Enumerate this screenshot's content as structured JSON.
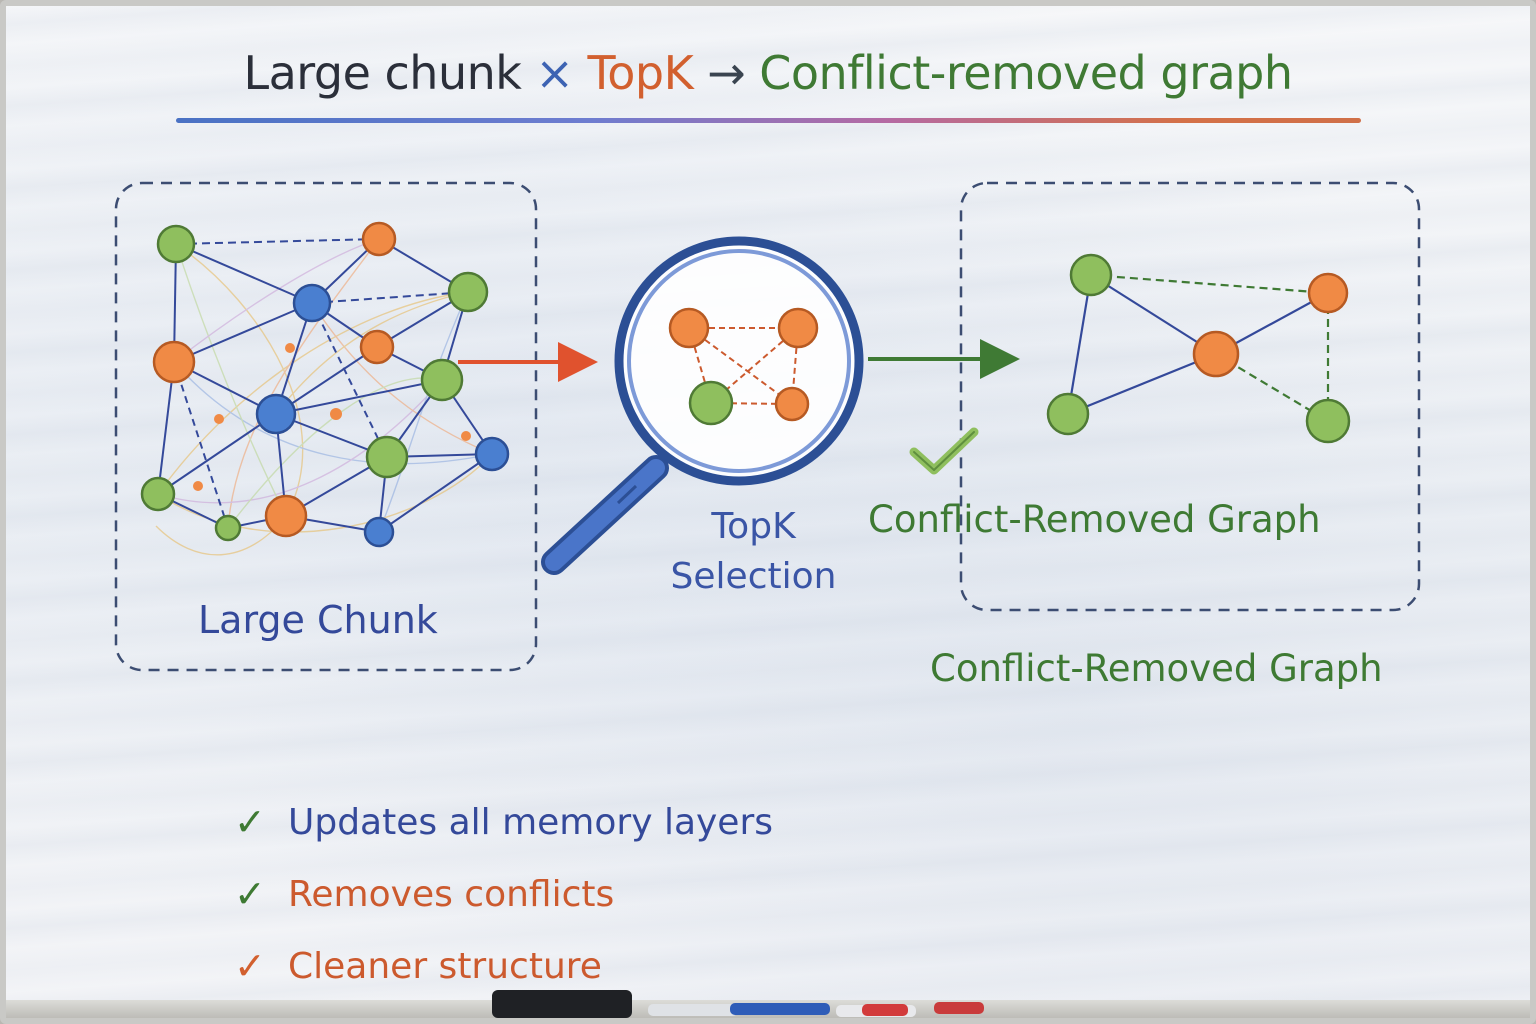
{
  "title": {
    "part1": "Large chunk",
    "times": "×",
    "part2": "TopK",
    "arrow": "→",
    "part3": "Conflict-removed graph"
  },
  "labels": {
    "large_chunk": "Large Chunk",
    "topk_line1": "TopK",
    "topk_line2": "Selection",
    "crg_inside": "Conflict-Removed Graph",
    "crg_below": "Conflict-Removed Graph"
  },
  "bullets": [
    {
      "check": "✓",
      "text": "Updates all memory layers"
    },
    {
      "check": "✓",
      "text": "Removes conflicts"
    },
    {
      "check": "✓",
      "text": "Cleaner structure"
    }
  ],
  "colors": {
    "orange": "#f08a45",
    "green": "#8fbf5e",
    "blue": "#4a7fd0",
    "arrow_red": "#e0522e",
    "arrow_green": "#3f7a34",
    "box_dash": "#3c4d72"
  }
}
